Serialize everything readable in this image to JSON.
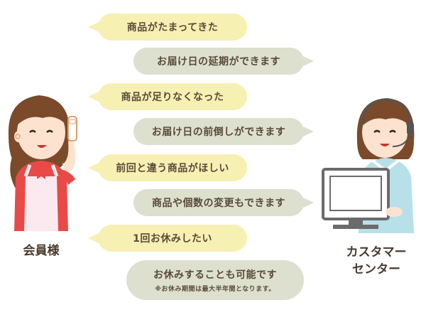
{
  "customer": {
    "label": "会員様"
  },
  "support": {
    "label_line1": "カスタマー",
    "label_line2": "センター"
  },
  "bubbles": [
    {
      "text": "商品がたまってきた"
    },
    {
      "text": "お届け日の延期ができます"
    },
    {
      "text": "商品が足りなくなった"
    },
    {
      "text": "お届け日の前倒しができます"
    },
    {
      "text": "前回と違う商品がほしい"
    },
    {
      "text": "商品や個数の変更もできます"
    },
    {
      "text": "1回お休みしたい"
    },
    {
      "text": "お休みすることも可能です",
      "note": "※お休み期間は最大半年間となります。"
    }
  ],
  "colors": {
    "customer_bubble": "#f7f0b3",
    "support_bubble": "#dde0cf",
    "text": "#5a4a3a"
  }
}
